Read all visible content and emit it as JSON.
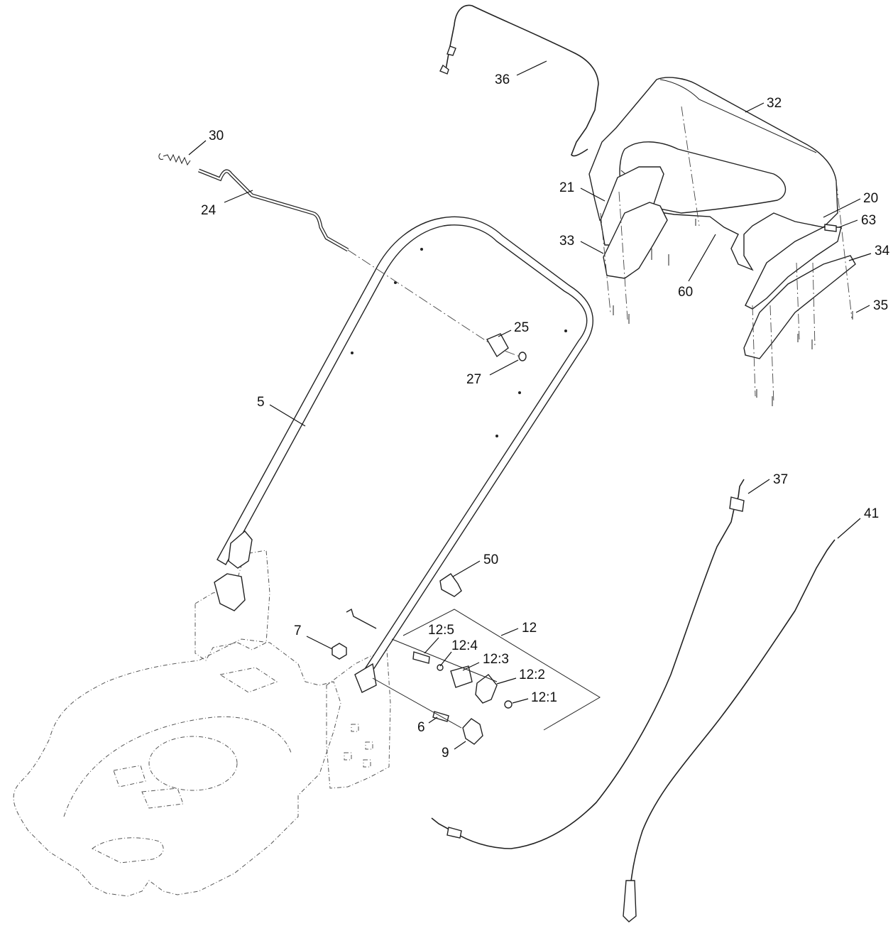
{
  "callouts": {
    "c36": "36",
    "c32": "32",
    "c30": "30",
    "c24": "24",
    "c21": "21",
    "c20": "20",
    "c63": "63",
    "c33": "33",
    "c34": "34",
    "c60": "60",
    "c35": "35",
    "c25": "25",
    "c27": "27",
    "c5": "5",
    "c37": "37",
    "c41": "41",
    "c50": "50",
    "c12": "12",
    "c12_5": "12:5",
    "c12_4": "12:4",
    "c12_3": "12:3",
    "c12_2": "12:2",
    "c12_1": "12:1",
    "c7": "7",
    "c6": "6",
    "c9": "9"
  }
}
